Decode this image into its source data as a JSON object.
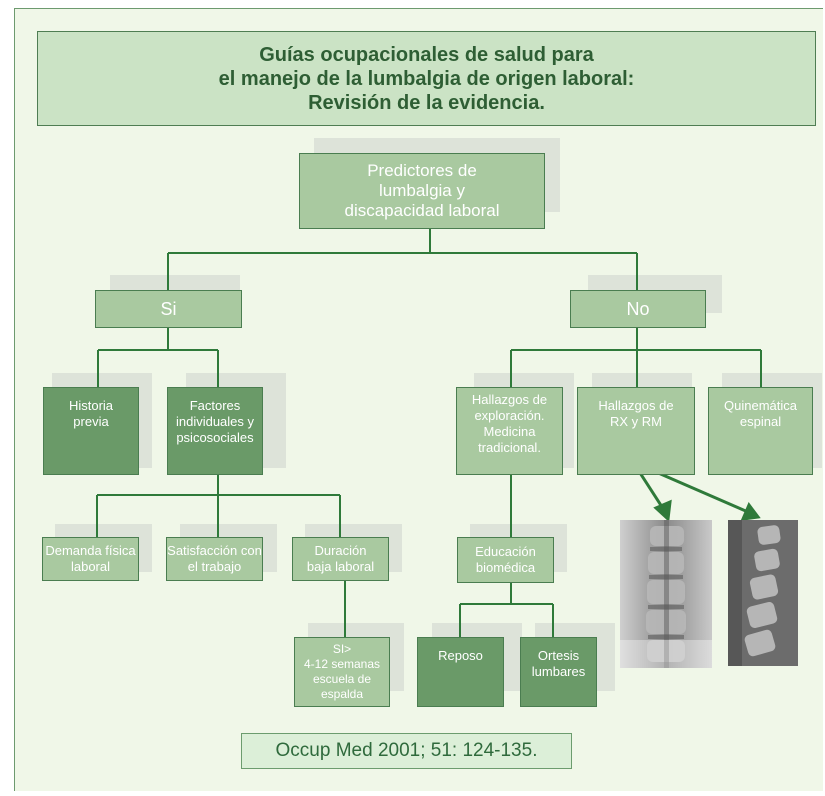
{
  "title": "Guías ocupacionales de salud para\nel manejo de la lumbalgia de origen laboral:\nRevisión de la evidencia.",
  "nodes": {
    "root": "Predictores de\nlumbalgia y\ndiscapacidad laboral",
    "si": "Si",
    "no": "No",
    "historia": "Historia\nprevia",
    "factores": "Factores\nindividuales y\npsicosociales",
    "hallazgos_exploracion": "Hallazgos de\nexploración.\nMedicina\ntradicional.",
    "hallazgos_rx": "Hallazgos de\nRX y RM",
    "quinematica": "Quinemática\nespinal",
    "demanda": "Demanda física\nlaboral",
    "satisfaccion": "Satisfacción con\nel trabajo",
    "duracion": "Duración\nbaja laboral",
    "educacion": "Educación\nbiomédica",
    "si_semanas": "SI>\n4-12 semanas\nescuela de espalda",
    "reposo": "Reposo",
    "ortesis": "Ortesis\nlumbares"
  },
  "images": {
    "xray_1": "spine-xray-frontal",
    "xray_2": "spine-xray-lateral"
  },
  "citation": "Occup Med 2001; 51: 124-135.",
  "colors": {
    "background": "#f0f7e8",
    "title_fill": "#cbe3c5",
    "box_light": "#a9c9a0",
    "box_dark": "#6a9a68",
    "line": "#2f7a3a",
    "shadow": "#dde3d9"
  }
}
